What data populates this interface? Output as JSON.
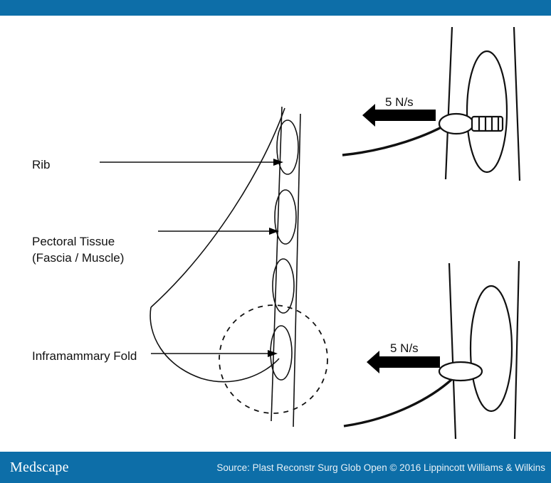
{
  "page": {
    "title": "Breast anatomy and inframammary fold force diagram",
    "background_color": "#ffffff",
    "accent_color": "#0d6ea8"
  },
  "top_bar": {
    "color": "#0d6ea8"
  },
  "figure": {
    "labels": [
      {
        "id": "rib",
        "text": "Rib",
        "line2": ""
      },
      {
        "id": "pectoral",
        "text": "Pectoral Tissue",
        "line2": "(Fascia / Muscle)"
      },
      {
        "id": "imf",
        "text": "Inframammary Fold",
        "line2": ""
      }
    ],
    "left_diagram": {
      "name": "breast-cross-section",
      "rib_count": 4,
      "highlight": "dashed-circle-inframammary-fold"
    },
    "right_panels": [
      {
        "id": "panel-top",
        "force_label": "5 N/s",
        "arrow_direction": "left",
        "device": "striped-cylinder-attached",
        "description": "Rib cross-section with attached striped device at inframammary fold"
      },
      {
        "id": "panel-bottom",
        "force_label": "5 N/s",
        "arrow_direction": "left",
        "device": "flat-oval-only",
        "description": "Rib cross-section with flat oval at inframammary fold"
      }
    ]
  },
  "footer": {
    "logo_text": "Medscape",
    "source_text": "Source: Plast Reconstr Surg Glob Open © 2016 Lippincott Williams & Wilkins",
    "color": "#0d6ea8"
  }
}
